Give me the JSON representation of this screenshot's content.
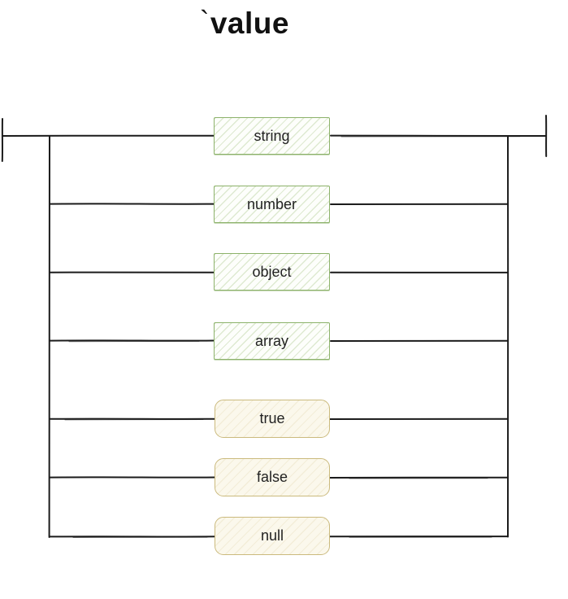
{
  "title": {
    "accent": "`",
    "text": "value"
  },
  "diagram": {
    "start_marker": "rail-start",
    "end_marker": "rail-end",
    "branches": [
      {
        "label": "string",
        "kind": "nonterminal"
      },
      {
        "label": "number",
        "kind": "nonterminal"
      },
      {
        "label": "object",
        "kind": "nonterminal"
      },
      {
        "label": "array",
        "kind": "nonterminal"
      },
      {
        "label": "true",
        "kind": "terminal"
      },
      {
        "label": "false",
        "kind": "terminal"
      },
      {
        "label": "null",
        "kind": "terminal"
      }
    ]
  },
  "palette": {
    "line": "#1b1b1b",
    "nonterminal_border": "#8cb26a",
    "terminal_border": "#cbba7d",
    "terminal_fill": "#fbf8ec",
    "text": "#222222",
    "background": "#ffffff"
  }
}
